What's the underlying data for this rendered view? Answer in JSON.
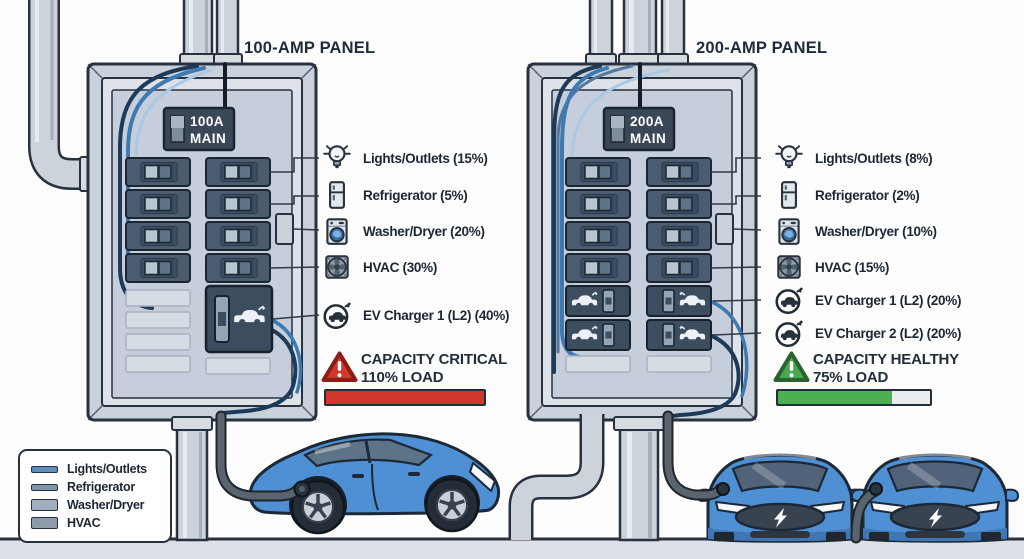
{
  "left_scene": {
    "title": "100-AMP PANEL",
    "main_breaker": {
      "line1": "100A",
      "line2": "MAIN"
    },
    "loads": [
      {
        "icon": "lightbulb-icon",
        "label": "Lights/Outlets (15%)"
      },
      {
        "icon": "refrigerator-icon",
        "label": "Refrigerator (5%)"
      },
      {
        "icon": "washer-dryer-icon",
        "label": "Washer/Dryer (20%)"
      },
      {
        "icon": "hvac-fan-icon",
        "label": "HVAC (30%)"
      },
      {
        "icon": "ev-charger-icon",
        "label": "EV Charger 1 (L2) (40%)"
      }
    ],
    "status": {
      "title": "CAPACITY CRITICAL",
      "load_label": "110% LOAD",
      "load_percent": 110,
      "bar_fill": "#d2372b",
      "triangle_fill": "#d2372b",
      "triangle_stroke": "#8c1d15"
    }
  },
  "right_scene": {
    "title": "200-AMP PANEL",
    "main_breaker": {
      "line1": "200A",
      "line2": "MAIN"
    },
    "loads": [
      {
        "icon": "lightbulb-icon",
        "label": "Lights/Outlets (8%)"
      },
      {
        "icon": "refrigerator-icon",
        "label": "Refrigerator (2%)"
      },
      {
        "icon": "washer-dryer-icon",
        "label": "Washer/Dryer (10%)"
      },
      {
        "icon": "hvac-fan-icon",
        "label": "HVAC (15%)"
      },
      {
        "icon": "ev-charger-icon",
        "label": "EV Charger 1 (L2) (20%)"
      },
      {
        "icon": "ev-charger-icon",
        "label": "EV Charger 2 (L2) (20%)"
      }
    ],
    "status": {
      "title": "CAPACITY HEALTHY",
      "load_label": "75% LOAD",
      "load_percent": 75,
      "bar_fill": "#4caf50",
      "triangle_fill": "#49a94e",
      "triangle_stroke": "#2a6330"
    }
  },
  "legend": {
    "items": [
      {
        "label": "Lights/Outlets",
        "color": "#5b8fc0",
        "swatch": "thin-wire"
      },
      {
        "label": "Refrigerator",
        "color": "#7f95aa",
        "swatch": "thin-wire"
      },
      {
        "label": "Washer/Dryer",
        "color": "#a2aebb",
        "swatch": "thick-wire"
      },
      {
        "label": "HVAC",
        "color": "#8d9bab",
        "swatch": "thick-wire"
      }
    ]
  },
  "colors": {
    "car_blue": "#4e90d3",
    "panel_body": "#ccd3db",
    "wire_blue": "#3d7ab2",
    "wire_navy": "#1d3a58",
    "critical_red": "#d2372b",
    "healthy_green": "#4caf50"
  }
}
